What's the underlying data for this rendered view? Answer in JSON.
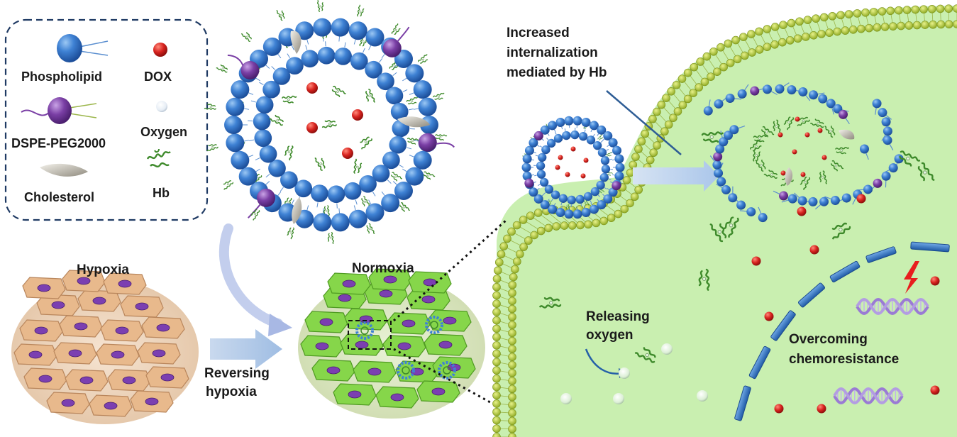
{
  "legend": {
    "phospholipid": "Phospholipid",
    "dox": "DOX",
    "dspe_peg": "DSPE-PEG2000",
    "oxygen": "Oxygen",
    "cholesterol": "Cholesterol",
    "hb": "Hb"
  },
  "labels": {
    "hypoxia": "Hypoxia",
    "normoxia": "Normoxia",
    "reversing_line1": "Reversing",
    "reversing_line2": "hypoxia",
    "internalization_line1": "Increased",
    "internalization_line2": "internalization",
    "internalization_line3": "mediated by Hb",
    "releasing_line1": "Releasing",
    "releasing_line2": "oxygen",
    "overcoming_line1": "Overcoming",
    "overcoming_line2": "chemoresistance"
  },
  "colors": {
    "phospholipid": "#2f6fc4",
    "dspe_peg": "#7a3fa5",
    "dox": "#d8231f",
    "hb": "#3e8a2b",
    "cell_tan": "#e8b98c",
    "cell_green": "#86d64a",
    "cytoplasm": "#c9f0b3",
    "membrane": "#b6d13a",
    "nuclear_envelope": "#2a6bb5",
    "dna": "#a48ad6",
    "arrow": "#a9c4e6"
  },
  "icons": {
    "phospholipid": "phospholipid-icon",
    "dox": "dox-icon",
    "dspe_peg": "dspe-peg-icon",
    "oxygen": "oxygen-icon",
    "cholesterol": "cholesterol-icon",
    "hb": "hb-icon",
    "damage": "lightning-icon"
  }
}
